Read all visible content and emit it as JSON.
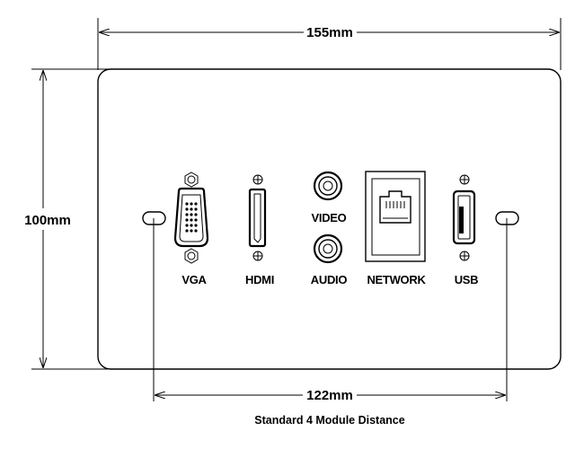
{
  "dimensions": {
    "width": "155mm",
    "height": "100mm",
    "hole_spacing": "122mm"
  },
  "ports": {
    "vga": "VGA",
    "hdmi": "HDMI",
    "video": "VIDEO",
    "audio": "AUDIO",
    "network": "NETWORK",
    "usb": "USB"
  },
  "caption": "Standard 4 Module Distance"
}
